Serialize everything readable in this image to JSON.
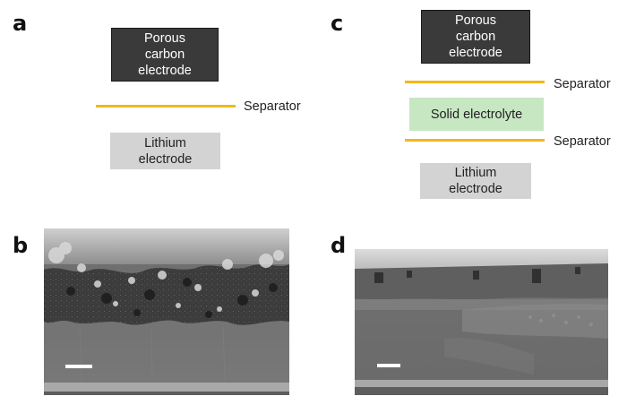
{
  "panels": {
    "a": {
      "label": "a",
      "carbon": "Porous\ncarbon\nelectrode",
      "separator": "Separator",
      "lithium": "Lithium\nelectrode"
    },
    "b": {
      "label": "b"
    },
    "c": {
      "label": "c",
      "carbon": "Porous\ncarbon\nelectrode",
      "separator_top": "Separator",
      "electrolyte": "Solid electrolyte",
      "separator_bottom": "Separator",
      "lithium": "Lithium\nelectrode"
    },
    "d": {
      "label": "d"
    }
  },
  "colors": {
    "carbon": "#3a3a3a",
    "lithium": "#d4d3d3",
    "electrolyte": "#c7e7c2",
    "separator": "#f2b81b"
  }
}
